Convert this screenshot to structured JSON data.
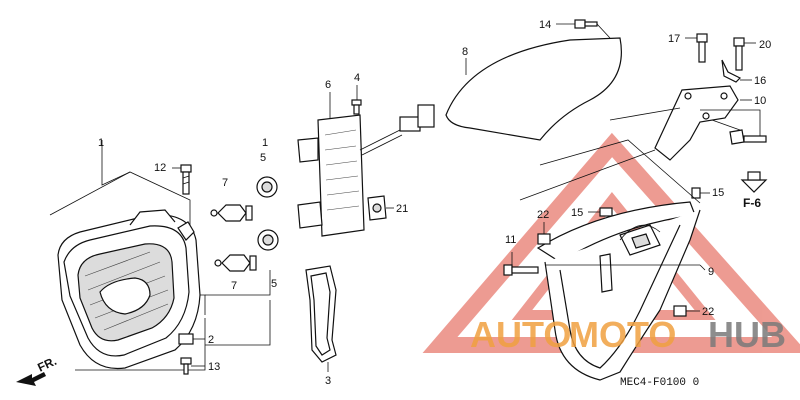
{
  "diagram": {
    "part_labels": {
      "p1a": "1",
      "p1b": "1",
      "p2": "2",
      "p3": "3",
      "p4": "4",
      "p5a": "5",
      "p5b": "5",
      "p6": "6",
      "p7a": "7",
      "p7b": "7",
      "p8": "8",
      "p9": "9",
      "p10": "10",
      "p11": "11",
      "p12": "12",
      "p13": "13",
      "p14": "14",
      "p15a": "15",
      "p15b": "15",
      "p16": "16",
      "p17": "17",
      "p20": "20",
      "p21": "21",
      "p22a": "22",
      "p22b": "22"
    },
    "ref_label": "F-6",
    "front_label": "FR.",
    "diagram_code": "MEC4-F0100 0"
  },
  "watermark": {
    "text_part1": "AUTO",
    "text_part2": "MOTO",
    "text_part3": "HUB",
    "colors": {
      "orange": "#f0a040",
      "red": "#e04a3a",
      "gray": "#7a7a7a"
    }
  }
}
